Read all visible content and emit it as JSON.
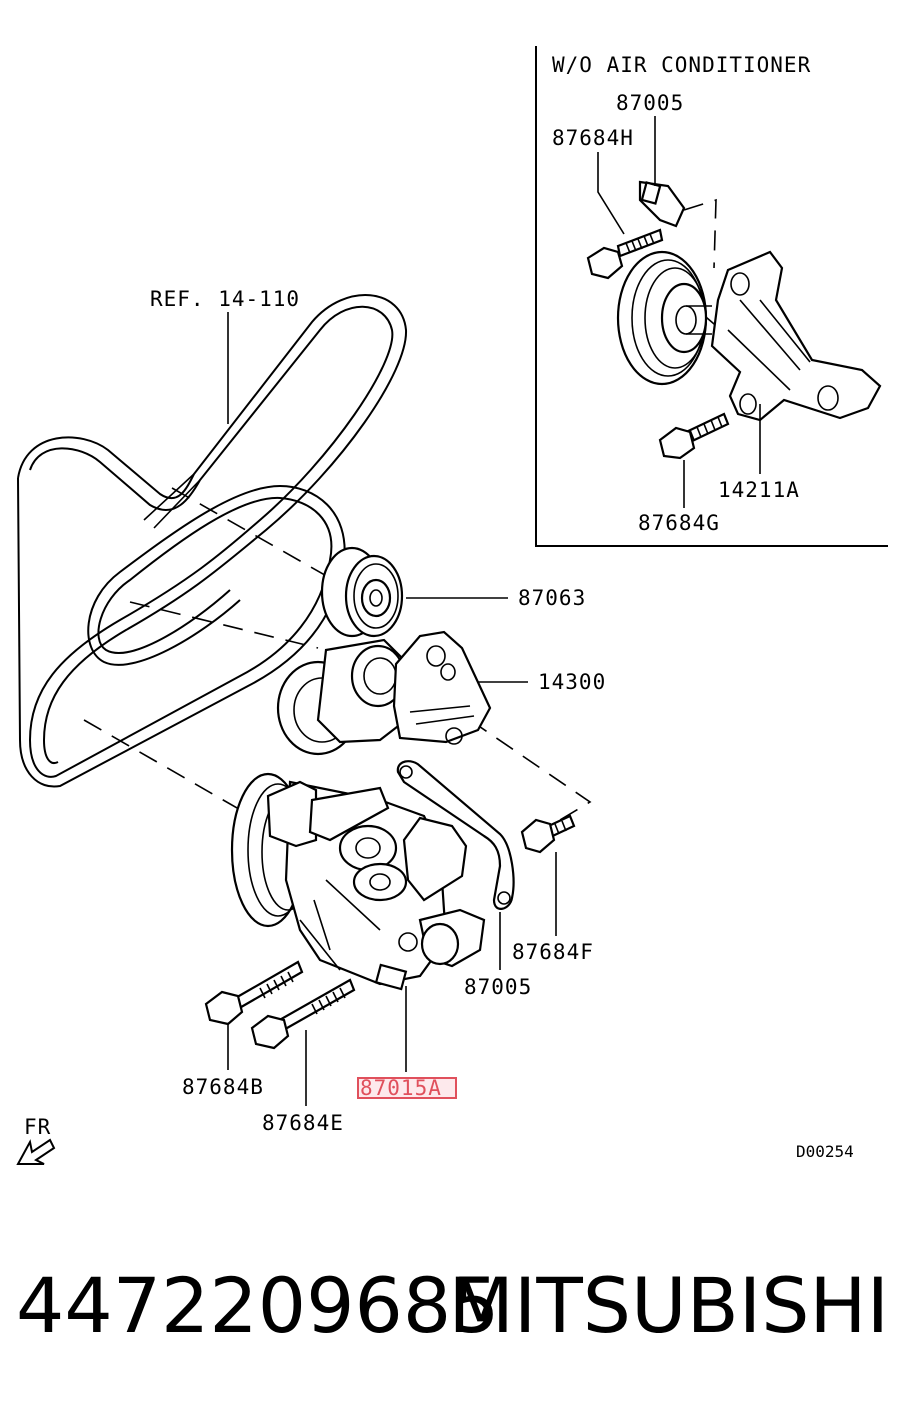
{
  "inset": {
    "title": "W/O AIR CONDITIONER"
  },
  "callouts": {
    "ref": "REF. 14-110",
    "p87005_top": "87005",
    "p87684H": "87684H",
    "p14211A": "14211A",
    "p87684G": "87684G",
    "p87063": "87063",
    "p14300": "14300",
    "p87684F": "87684F",
    "p87005_mid": "87005",
    "p87684B": "87684B",
    "p87015A": "87015A",
    "p87684E": "87684E"
  },
  "direction": {
    "label": "FR"
  },
  "drawing_code": "D00254",
  "footer": {
    "part_number": "4472209685",
    "brand": "MITSUBISHI"
  },
  "highlight_color": "#e0505c"
}
